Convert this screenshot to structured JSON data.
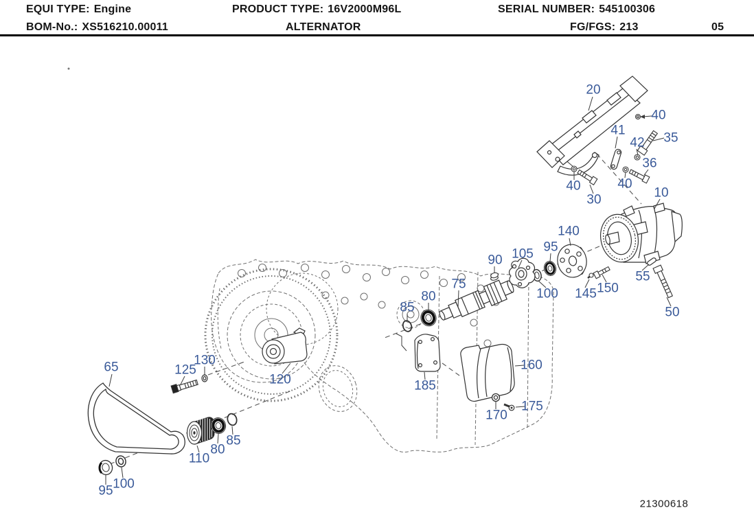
{
  "header": {
    "equi_type_label": "EQUI TYPE:",
    "equi_type_value": "Engine",
    "product_type_label": "PRODUCT TYPE:",
    "product_type_value": "16V2000M96L",
    "serial_label": "SERIAL NUMBER:",
    "serial_value": "545100306",
    "bom_label": "BOM-No.:",
    "bom_value": "XS516210.00011",
    "sheet_title": "ALTERNATOR",
    "fg_label": "FG/FGS:",
    "fg_value": "213",
    "sheet_number": "05"
  },
  "drawing_number": "21300618",
  "colors": {
    "callout_blue": "#3A5A99",
    "line_art": "#333333",
    "hidden_line_gray": "#6e6e6e"
  },
  "callouts": [
    {
      "label": "20"
    },
    {
      "label": "40"
    },
    {
      "label": "35"
    },
    {
      "label": "41"
    },
    {
      "label": "42"
    },
    {
      "label": "36"
    },
    {
      "label": "40"
    },
    {
      "label": "40"
    },
    {
      "label": "30"
    },
    {
      "label": "10"
    },
    {
      "label": "140"
    },
    {
      "label": "95"
    },
    {
      "label": "105"
    },
    {
      "label": "90"
    },
    {
      "label": "75"
    },
    {
      "label": "80"
    },
    {
      "label": "85"
    },
    {
      "label": "100"
    },
    {
      "label": "145"
    },
    {
      "label": "150"
    },
    {
      "label": "55"
    },
    {
      "label": "50"
    },
    {
      "label": "65"
    },
    {
      "label": "125"
    },
    {
      "label": "130"
    },
    {
      "label": "120"
    },
    {
      "label": "85"
    },
    {
      "label": "80"
    },
    {
      "label": "110"
    },
    {
      "label": "95"
    },
    {
      "label": "100"
    },
    {
      "label": "185"
    },
    {
      "label": "160"
    },
    {
      "label": "170"
    },
    {
      "label": "175"
    }
  ]
}
